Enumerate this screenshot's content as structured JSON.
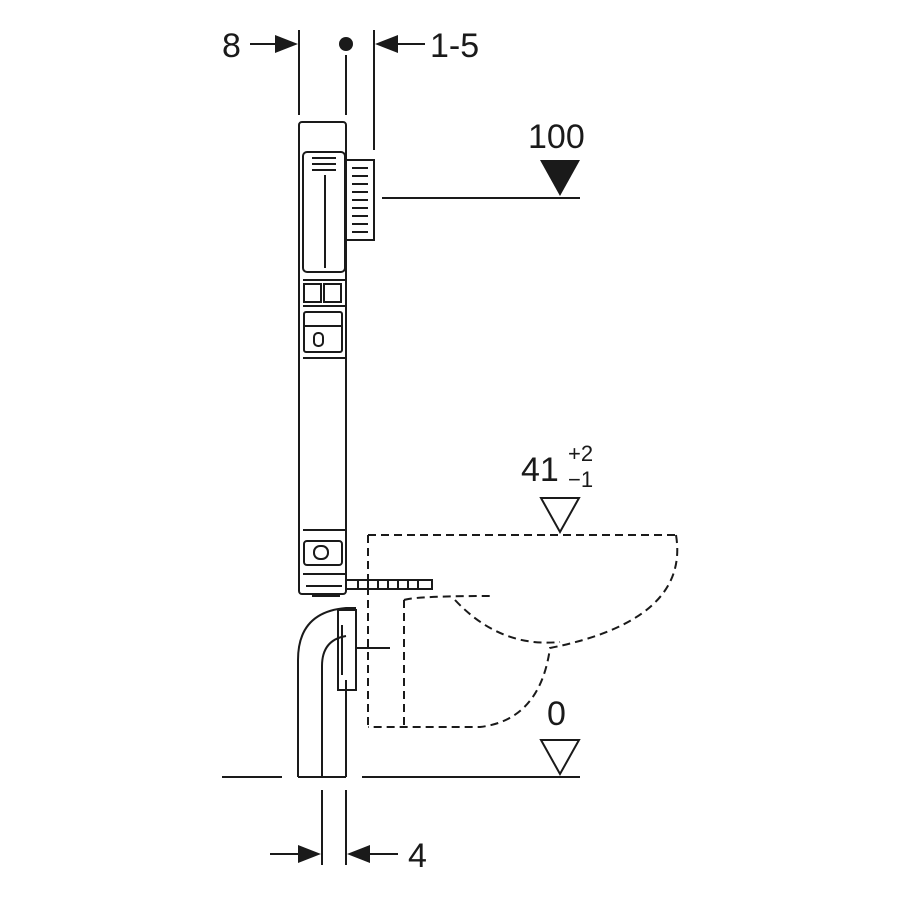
{
  "labels": {
    "top_left_dim": "8",
    "top_right_dim": "1-5",
    "level_top": "100",
    "level_seat_base": "41",
    "level_seat_tol_plus": "+2",
    "level_seat_tol_minus": "−1",
    "level_floor": "0",
    "bottom_dim": "4"
  },
  "colors": {
    "line": "#1a1a1a",
    "background": "#ffffff"
  }
}
